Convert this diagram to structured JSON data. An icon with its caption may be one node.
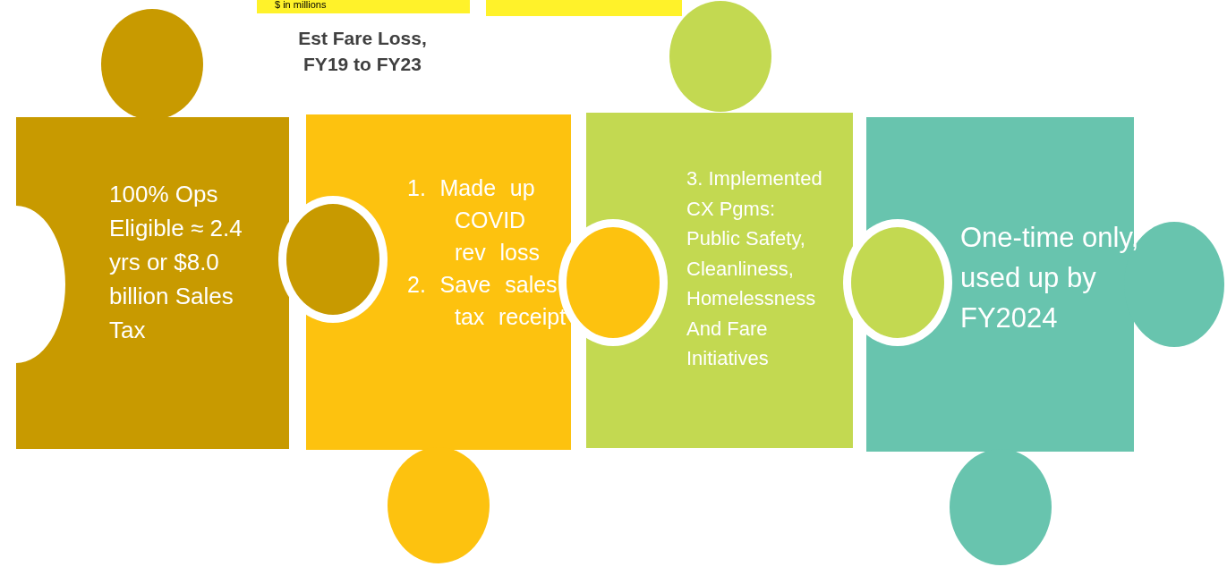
{
  "diagram": {
    "nodes": [
      {
        "text": [
          "100% Ops Eligible ≈ 2.4 yrs or $8.0 billion Sales Tax"
        ]
      },
      {
        "text": [
          "1. Made up COVID rev loss",
          "2. Save sales tax receipt"
        ]
      },
      {
        "text": [
          "3. Implemented CX Pgms:",
          "Public Safety, Cleanliness, Homelessness And Fare Initiatives"
        ]
      },
      {
        "text": [
          "One-time only, used up by FY2024"
        ]
      }
    ],
    "labels": [
      "$ in millions",
      "Est Fare Loss, FY19 to FY23"
    ]
  }
}
